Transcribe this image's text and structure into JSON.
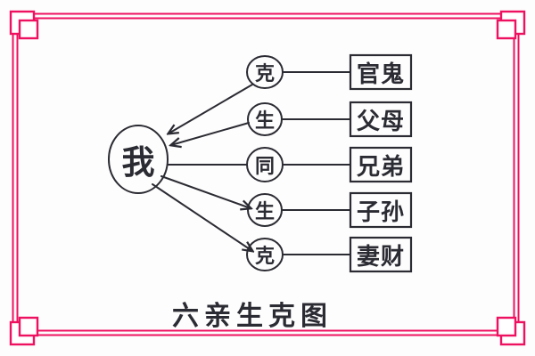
{
  "diagram": {
    "caption": "六亲生克图",
    "ego": {
      "label": "我"
    },
    "rows": [
      {
        "relation": "克",
        "target": "官鬼",
        "arrow_direction": "toward-ego"
      },
      {
        "relation": "生",
        "target": "父母",
        "arrow_direction": "toward-ego"
      },
      {
        "relation": "同",
        "target": "兄弟",
        "arrow_direction": "none"
      },
      {
        "relation": "生",
        "target": "子孙",
        "arrow_direction": "away-from-ego"
      },
      {
        "relation": "克",
        "target": "妻财",
        "arrow_direction": "away-from-ego"
      }
    ],
    "colors": {
      "frame_pink": "#ee1160",
      "ink": "#2b2b33",
      "background": "#fdfdfd"
    }
  }
}
